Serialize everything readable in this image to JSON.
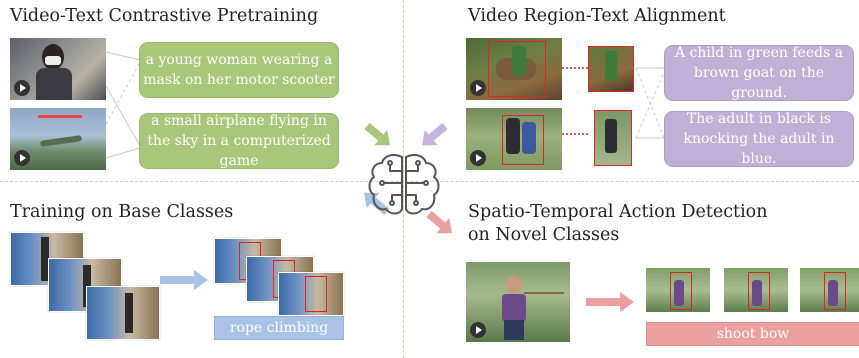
{
  "panels": {
    "pretraining": {
      "title": "Video-Text Contrastive Pretraining",
      "captions": [
        "a young woman wearing a mask on her motor scooter",
        "a small airplane flying in the sky in a computerized game"
      ]
    },
    "region_text": {
      "title": "Video Region-Text Alignment",
      "captions": [
        "A child in green feeds a brown goat on the ground.",
        "The adult in black is knocking the adult in blue."
      ]
    },
    "base_training": {
      "title": "Training on Base Classes",
      "label": "rope climbing"
    },
    "novel_detection": {
      "title_line1": "Spatio-Temporal Action Detection",
      "title_line2": "on Novel Classes",
      "label": "shoot bow"
    }
  },
  "center": {
    "icon": "brain-circuit-icon"
  },
  "colors": {
    "green_caption": "#a8c77a",
    "purple_caption": "#bfb0d6",
    "blue_label": "#a9c3e6",
    "pink_label": "#eba0a0",
    "green_arrow": "#a8c77a",
    "purple_arrow": "#c4b3dc",
    "blue_arrow": "#a9c3e6",
    "pink_arrow": "#eba0a0",
    "bbox": "#e02424"
  }
}
